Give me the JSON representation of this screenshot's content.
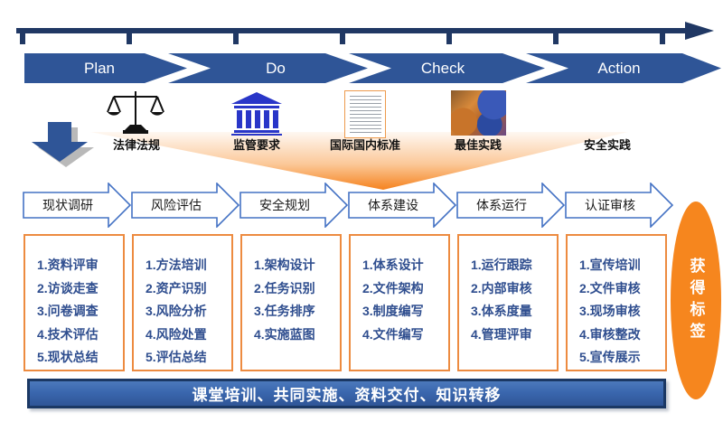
{
  "pdca": {
    "stages": [
      {
        "label": "Plan"
      },
      {
        "label": "Do"
      },
      {
        "label": "Check"
      },
      {
        "label": "Action"
      }
    ]
  },
  "sources": [
    {
      "label": "法律法规",
      "icon": "scales-icon"
    },
    {
      "label": "监管要求",
      "icon": "bank-building-icon"
    },
    {
      "label": "国际国内标准",
      "icon": "standard-document-icon"
    },
    {
      "label": "最佳实践",
      "icon": "best-practice-photo-icon"
    },
    {
      "label": "安全实践",
      "icon": "none"
    }
  ],
  "phases": [
    {
      "title": "现状调研",
      "items": [
        "1.资料评审",
        "2.访谈走查",
        "3.问卷调查",
        "4.技术评估",
        "5.现状总结"
      ]
    },
    {
      "title": "风险评估",
      "items": [
        "1.方法培训",
        "2.资产识别",
        "3.风险分析",
        "4.风险处置",
        "5.评估总结"
      ]
    },
    {
      "title": "安全规划",
      "items": [
        "1.架构设计",
        "2.任务识别",
        "3.任务排序",
        "4.实施蓝图"
      ]
    },
    {
      "title": "体系建设",
      "items": [
        "1.体系设计",
        "2.文件架构",
        "3.制度编写",
        "4.文件编写"
      ]
    },
    {
      "title": "体系运行",
      "items": [
        "1.运行跟踪",
        "2.内部审核",
        "3.体系度量",
        "4.管理评审"
      ]
    },
    {
      "title": "认证审核",
      "items": [
        "1.宣传培训",
        "2.文件审核",
        "3.现场审核",
        "4.审核整改",
        "5.宣传展示"
      ]
    }
  ],
  "badge": {
    "label": "获得标签"
  },
  "footer": {
    "label": "课堂培训、共同实施、资料交付、知识转移"
  },
  "colors": {
    "timeline_navy": "#203864",
    "pdca_blue": "#2F5597",
    "arrow_outline_blue": "#4472C4",
    "box_border_orange": "#ED8B40",
    "badge_orange": "#F6861E",
    "list_text_blue": "#2F4E8F",
    "footer_fill_blue": "#3A67AE"
  }
}
